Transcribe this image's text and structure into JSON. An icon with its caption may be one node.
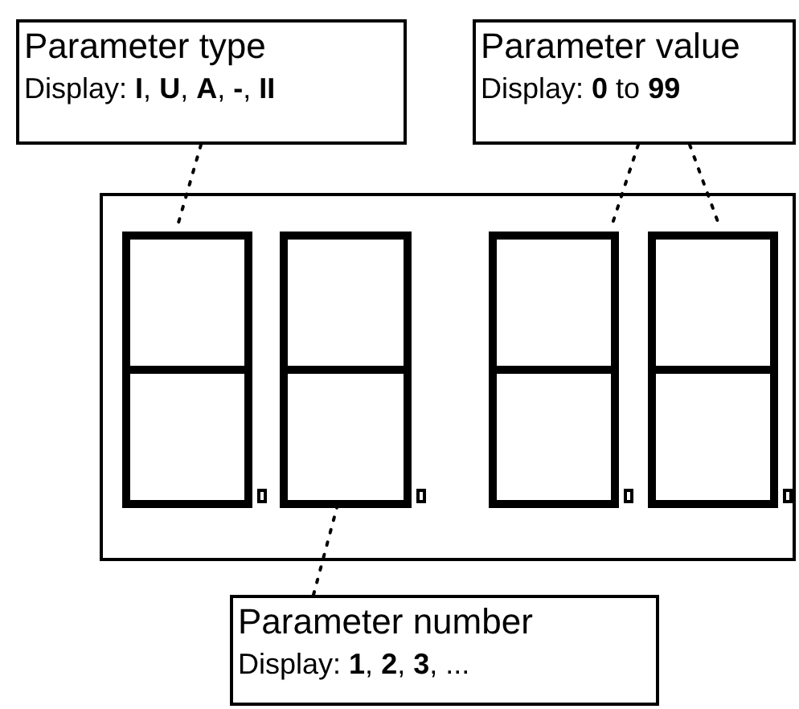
{
  "diagram": {
    "nodes": [
      {
        "text": [
          "Parameter type",
          "Display: **I**, **U**, **A**, **-**, **II**"
        ]
      },
      {
        "text": [
          "Parameter value",
          "Display: **0** to **99**"
        ]
      },
      {
        "text": [],
        "shape": "box"
      },
      {
        "text": [],
        "shape": "box",
        "in": 2
      },
      {
        "text": [],
        "shape": "box",
        "in": 2
      },
      {
        "text": [],
        "shape": "box",
        "in": 2
      },
      {
        "text": [],
        "shape": "box",
        "in": 2
      },
      {
        "text": [
          "Parameter number",
          "Display: **1**, **2**, **3**, ..."
        ]
      }
    ],
    "edges": [
      {
        "from": 0,
        "to": 3,
        "arrow": "none",
        "style": "dashed"
      },
      {
        "from": 1,
        "to": 5,
        "arrow": "none",
        "style": "dashed"
      },
      {
        "from": 1,
        "to": 6,
        "arrow": "none",
        "style": "dashed"
      },
      {
        "from": 7,
        "to": 4,
        "arrow": "none",
        "style": "dashed"
      }
    ]
  }
}
